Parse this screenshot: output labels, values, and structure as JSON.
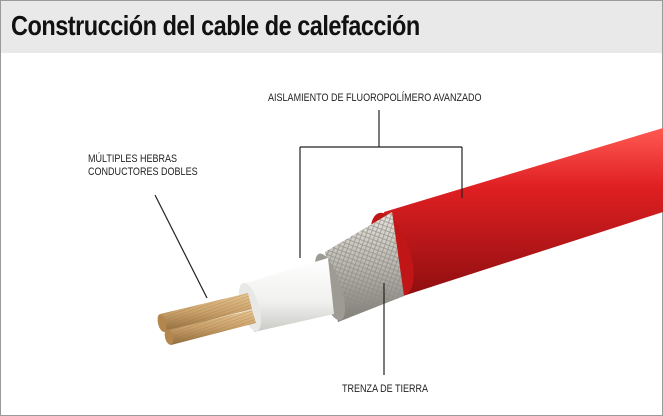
{
  "title": "Construcción del cable de calefacción",
  "labels": {
    "insulation": "AISLAMIENTO DE FLUOROPOLÍMERO AVANZADO",
    "strands_line1": "MÚLTIPLES HEBRAS",
    "strands_line2": "CONDUCTORES DOBLES",
    "braid": "TRENZA DE TIERRA"
  },
  "colors": {
    "jacket": "#e01f22",
    "braid": "#b8b6ae",
    "inner_insulation": "#f2f2f0",
    "conductor": "#c9a06a",
    "leader_line": "#222222",
    "title_bar": "#e9e9e9"
  }
}
